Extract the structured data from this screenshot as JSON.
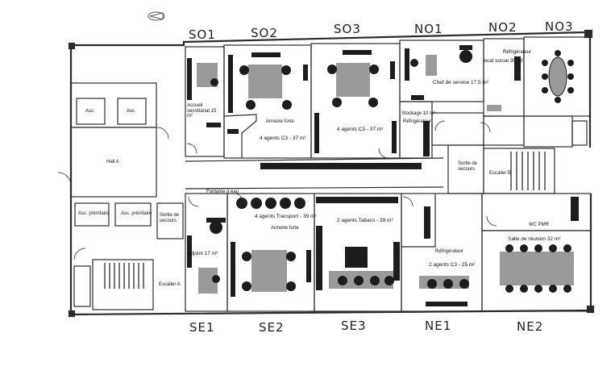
{
  "zones_top": [
    "SO1",
    "SO2",
    "SO3",
    "NO1",
    "NO2",
    "NO3"
  ],
  "zones_bottom": [
    "SE1",
    "SE2",
    "SE3",
    "NE1",
    "NE2"
  ],
  "rooms": {
    "so1_office": "Accueil secrétariat 15 m²",
    "so2_office": "4 agents C3 - 37 m²",
    "so3_office": "4 agents C3 - 37 m²",
    "so2_armoire": "Armoire forte",
    "no1_chef": "Chef de service 17,5 m²",
    "no1_stockage": "Stockage 10 m²",
    "no1_refrig": "Réfrigérateur",
    "no2_local": "local social 30 m²",
    "no2_refrig": "Réfrigérateur",
    "hall": "Hall A",
    "asc1": "Asc.",
    "asc2": "Asc.",
    "asc_prioritaire_1": "Asc. prioritaire",
    "asc_prioritaire_2": "Asc. prioritaire",
    "sortie_secours_left": "Sortie de secours",
    "sortie_secours_right": "Sortie de secours",
    "fontaine": "Fontaine à eau",
    "escalier_a": "Escalier A",
    "escalier_b": "Escalier B",
    "se1_office": "Adjoint 17 m²",
    "se2_office": "4 agents Transport - 39 m²",
    "se2_armoire": "Armoire forte",
    "se3_office": "2 agents Tabacs - 39 m²",
    "ne1_office": "2 agents C3 - 25 m²",
    "ne1_refrig": "Réfrigérateur",
    "ne2_reunion": "Salle de réunion 32 m²",
    "wc": "WC PMR"
  },
  "colors": {
    "wall": "#2b2b2b",
    "furniture": "#1c1c1c",
    "table": "#9a9a9a",
    "paper": "#ffffff"
  }
}
